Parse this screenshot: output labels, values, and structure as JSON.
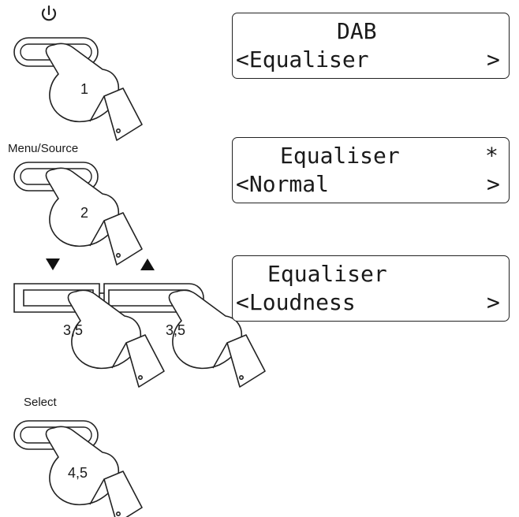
{
  "steps": [
    {
      "button_label": "",
      "numbers": [
        "1"
      ]
    },
    {
      "button_label": "Menu/Source",
      "numbers": [
        "2"
      ]
    },
    {
      "button_label": "",
      "numbers": [
        "3,5",
        "3,5"
      ]
    },
    {
      "button_label": "Select",
      "numbers": [
        "4,5"
      ]
    }
  ],
  "icons": {
    "power": "power-icon",
    "down": "triangle-down-icon",
    "up": "triangle-up-icon"
  },
  "displays": [
    {
      "line1": "DAB",
      "line2": "<Equaliser",
      "line2_arrow": ">",
      "marker": ""
    },
    {
      "line1": "Equaliser",
      "line2": "<Normal",
      "line2_arrow": ">",
      "marker": "*"
    },
    {
      "line1": "Equaliser",
      "line2": "<Loudness",
      "line2_arrow": ">",
      "marker": ""
    }
  ]
}
